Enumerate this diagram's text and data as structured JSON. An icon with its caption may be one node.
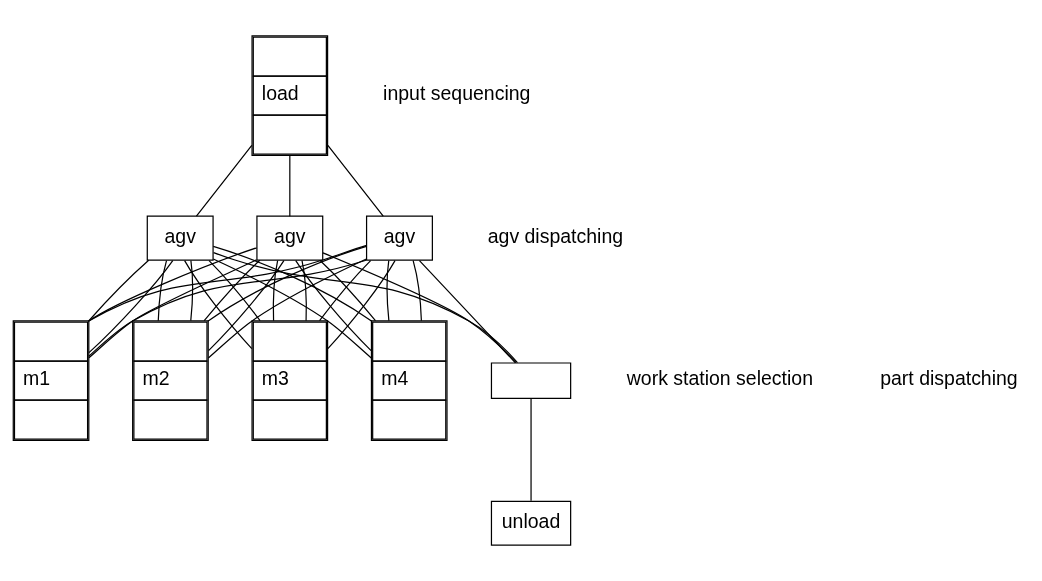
{
  "diagram": {
    "nodes": [
      {
        "text": [
          "load"
        ]
      },
      {
        "text": [
          "agv"
        ]
      },
      {
        "text": [
          "agv"
        ]
      },
      {
        "text": [
          "agv"
        ]
      },
      {
        "text": [
          "m1"
        ]
      },
      {
        "text": [
          "m2"
        ]
      },
      {
        "text": [
          "m3"
        ]
      },
      {
        "text": [
          "m4"
        ]
      },
      {
        "text": [],
        "shape": "box"
      },
      {
        "text": [
          "unload"
        ]
      }
    ],
    "edges": [
      {
        "from": 0,
        "to": 1,
        "arrow": "none"
      },
      {
        "from": 0,
        "to": 2,
        "arrow": "none"
      },
      {
        "from": 0,
        "to": 3,
        "arrow": "none"
      },
      {
        "from": 1,
        "to": 4,
        "arrow": "none"
      },
      {
        "from": 1,
        "to": 5,
        "arrow": "none"
      },
      {
        "from": 1,
        "to": 6,
        "arrow": "none"
      },
      {
        "from": 1,
        "to": 7,
        "arrow": "none"
      },
      {
        "from": 1,
        "to": 8,
        "arrow": "none"
      },
      {
        "from": 2,
        "to": 4,
        "arrow": "none"
      },
      {
        "from": 2,
        "to": 5,
        "arrow": "none"
      },
      {
        "from": 2,
        "to": 6,
        "arrow": "none"
      },
      {
        "from": 2,
        "to": 7,
        "arrow": "none"
      },
      {
        "from": 2,
        "to": 8,
        "arrow": "none"
      },
      {
        "from": 3,
        "to": 4,
        "arrow": "none"
      },
      {
        "from": 3,
        "to": 5,
        "arrow": "none"
      },
      {
        "from": 3,
        "to": 6,
        "arrow": "none"
      },
      {
        "from": 3,
        "to": 7,
        "arrow": "none"
      },
      {
        "from": 3,
        "to": 8,
        "arrow": "none"
      },
      {
        "from": 4,
        "to": 1,
        "arrow": "none"
      },
      {
        "from": 4,
        "to": 2,
        "arrow": "none"
      },
      {
        "from": 4,
        "to": 3,
        "arrow": "none"
      },
      {
        "from": 5,
        "to": 1,
        "arrow": "none"
      },
      {
        "from": 5,
        "to": 2,
        "arrow": "none"
      },
      {
        "from": 5,
        "to": 3,
        "arrow": "none"
      },
      {
        "from": 6,
        "to": 1,
        "arrow": "none"
      },
      {
        "from": 6,
        "to": 2,
        "arrow": "none"
      },
      {
        "from": 6,
        "to": 3,
        "arrow": "none"
      },
      {
        "from": 7,
        "to": 1,
        "arrow": "none"
      },
      {
        "from": 7,
        "to": 2,
        "arrow": "none"
      },
      {
        "from": 7,
        "to": 3,
        "arrow": "none"
      },
      {
        "from": 8,
        "to": 9,
        "arrow": "none"
      }
    ],
    "labels": [
      "input sequencing",
      "agv dispatching",
      "work station selection",
      "part dispatching"
    ]
  }
}
